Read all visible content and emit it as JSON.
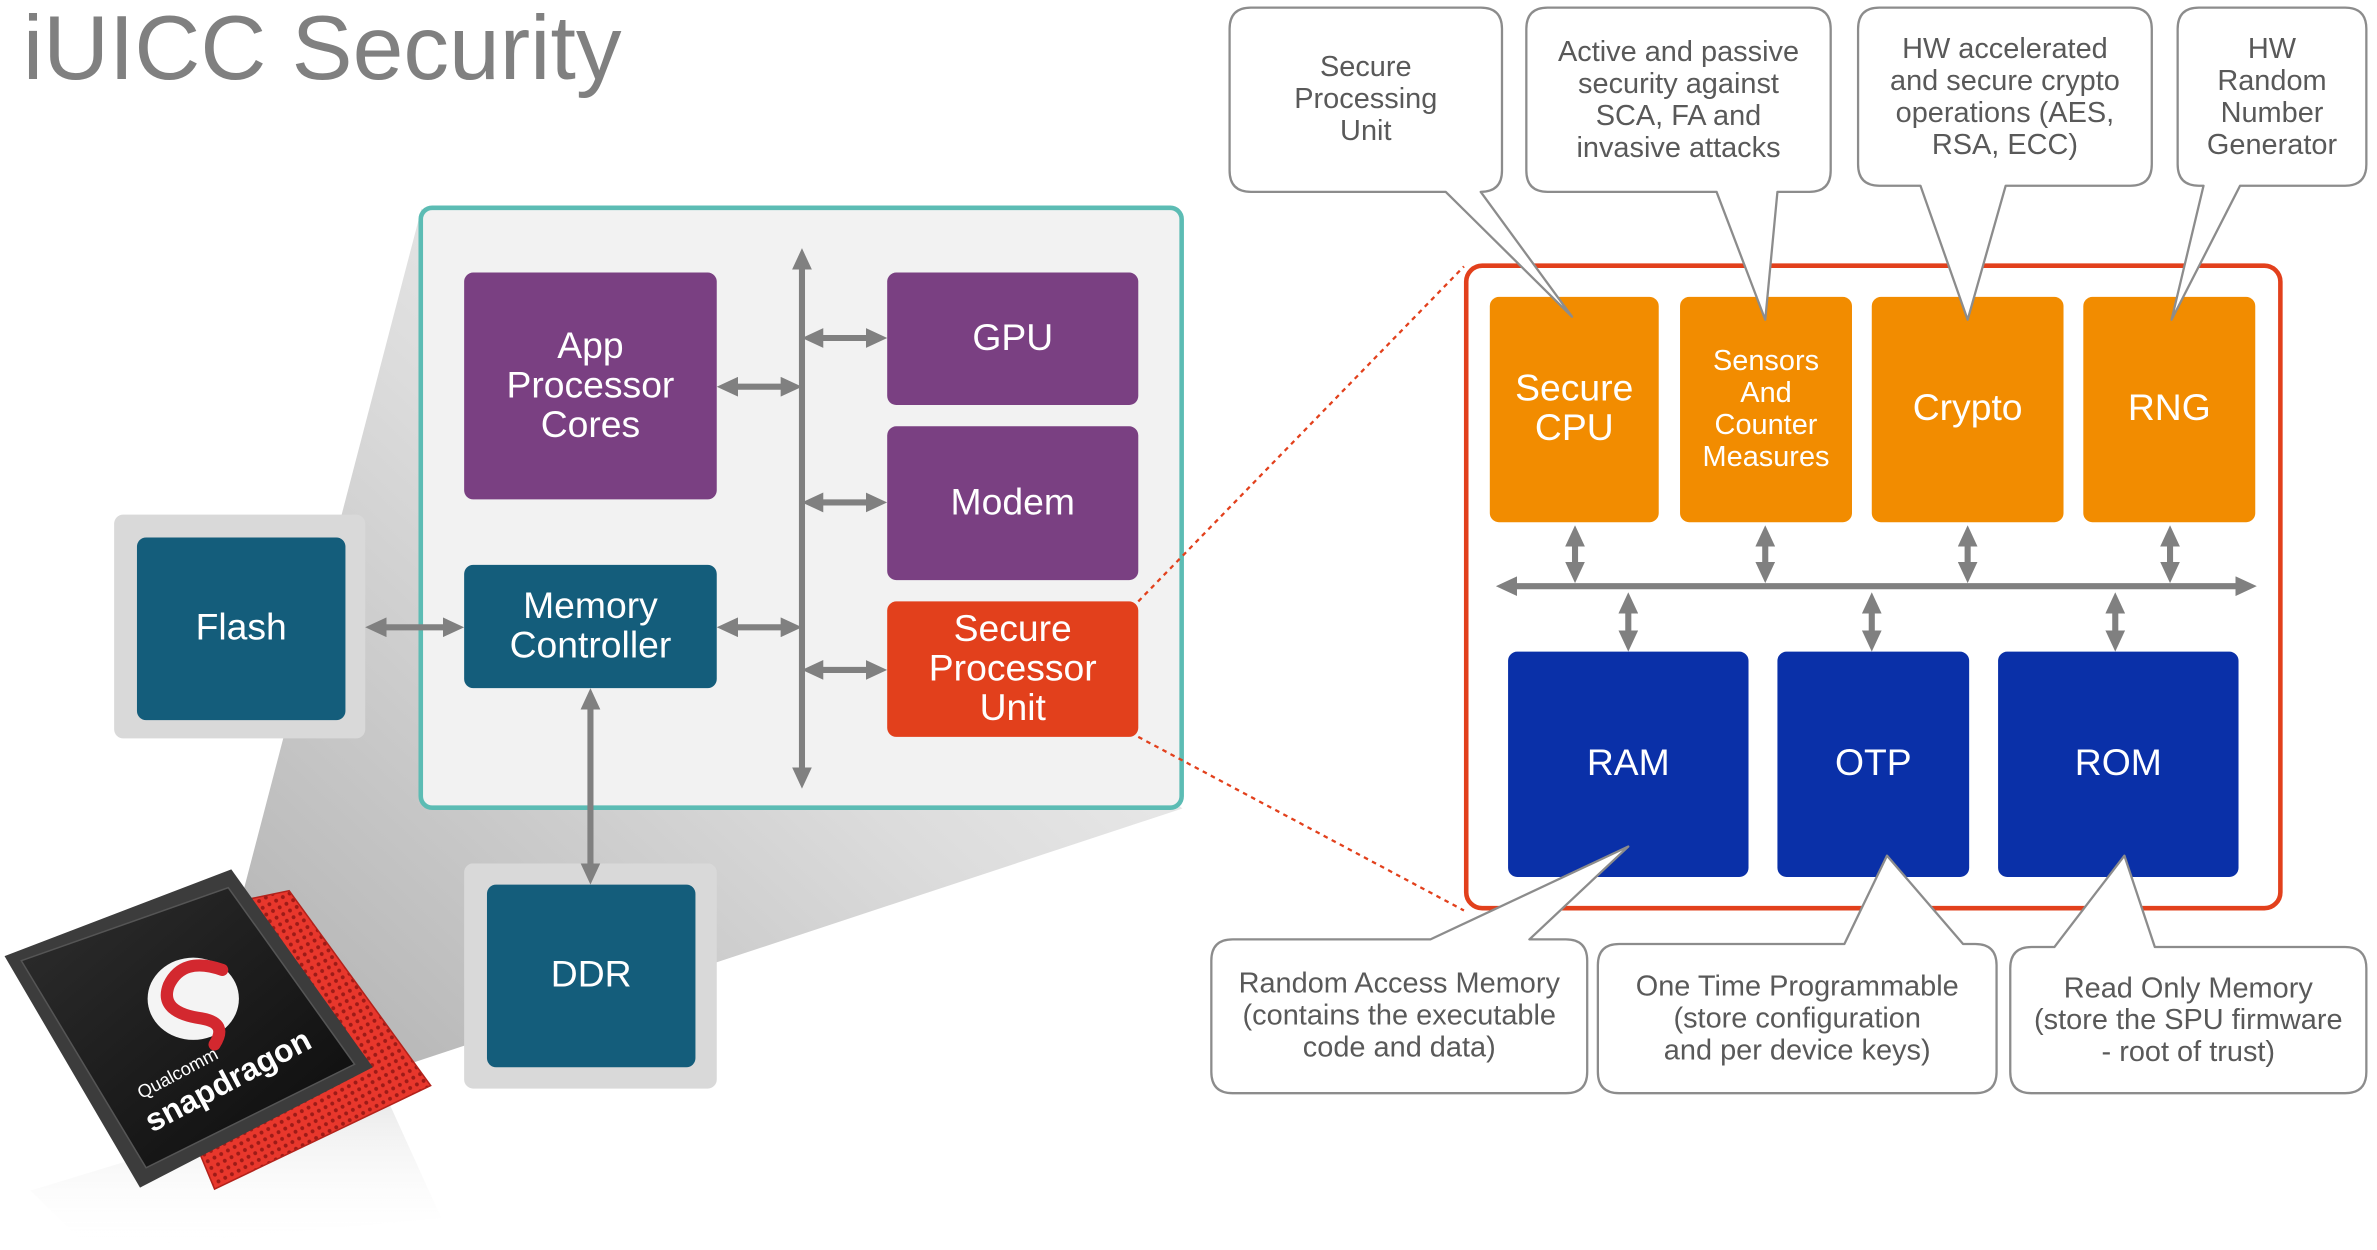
{
  "title": "iUICC Security",
  "soc": {
    "app_processor": {
      "lines": [
        "App",
        "Processor",
        "Cores"
      ]
    },
    "memory_controller": {
      "lines": [
        "Memory",
        "Controller"
      ]
    },
    "gpu": {
      "label": "GPU"
    },
    "modem": {
      "label": "Modem"
    },
    "secure_processor_unit": {
      "lines": [
        "Secure",
        "Processor",
        "Unit"
      ]
    }
  },
  "external": {
    "flash": "Flash",
    "ddr": "DDR"
  },
  "spu_detail": {
    "secure_cpu": {
      "lines": [
        "Secure",
        "CPU"
      ]
    },
    "sensors": {
      "lines": [
        "Sensors",
        "And",
        "Counter",
        "Measures"
      ]
    },
    "crypto": {
      "label": "Crypto"
    },
    "rng": {
      "label": "RNG"
    },
    "ram": {
      "label": "RAM"
    },
    "otp": {
      "label": "OTP"
    },
    "rom": {
      "label": "ROM"
    }
  },
  "callouts": {
    "secure_cpu": {
      "lines": [
        "Secure",
        "Processing",
        "Unit"
      ]
    },
    "sensors": {
      "lines": [
        "Active and passive",
        "security against",
        "SCA, FA and",
        "invasive attacks"
      ]
    },
    "crypto": {
      "lines": [
        "HW accelerated",
        "and secure crypto",
        "operations (AES,",
        "RSA, ECC)"
      ]
    },
    "rng": {
      "lines": [
        "HW",
        "Random",
        "Number",
        "Generator"
      ]
    },
    "ram": {
      "lines": [
        "Random Access Memory",
        "(contains the executable",
        "code and data)"
      ]
    },
    "otp": {
      "lines": [
        "One Time Programmable",
        "(store configuration",
        "and per device keys)"
      ]
    },
    "rom": {
      "lines": [
        "Read Only Memory",
        "(store the SPU firmware",
        "- root of trust)"
      ]
    }
  },
  "chip": {
    "brand": "Qualcomm",
    "product": "snapdragon"
  },
  "colors": {
    "soc_border": "#5cbcb4",
    "teal_block": "#145d7b",
    "purple_block": "#7a4082",
    "spu_red": "#e2401c",
    "orange_block": "#f28c00",
    "memory_blue": "#0a30a8",
    "panel_gray": "#d9d9d9",
    "title_gray": "#808080"
  }
}
